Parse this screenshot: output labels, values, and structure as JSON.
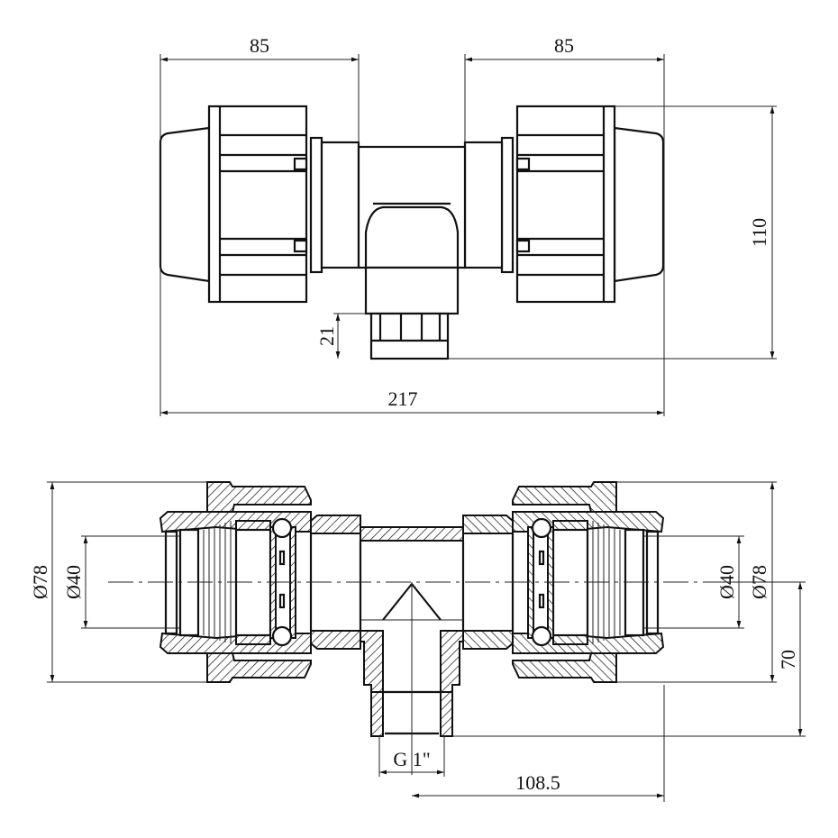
{
  "top_view": {
    "dim_left_length": "85",
    "dim_right_length": "85",
    "dim_height": "110",
    "dim_stub_length": "21",
    "dim_overall_length": "217"
  },
  "section_view": {
    "dim_left_outer_diameter": "Ø78",
    "dim_left_inner_diameter": "Ø40",
    "dim_right_inner_diameter": "Ø40",
    "dim_right_outer_diameter": "Ø78",
    "dim_branch_height": "70",
    "dim_thread": "G 1\"",
    "dim_branch_offset": "108.5"
  }
}
